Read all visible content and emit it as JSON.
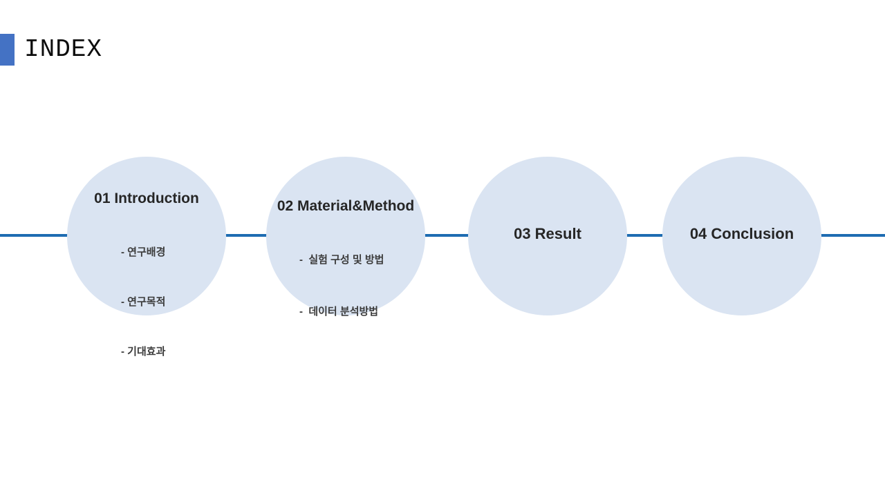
{
  "slide": {
    "title": "INDEX",
    "accent_color": "#4472C4",
    "line_color": "#1E6CB2",
    "circle_fill_color": "#DAE4F2"
  },
  "toc": {
    "items": [
      {
        "title": "01 Introduction",
        "subitems": [
          "- 연구배경",
          "- 연구목적",
          "- 기대효과"
        ]
      },
      {
        "title": "02 Material&Method",
        "subitems": [
          "-  실험 구성 및 방법",
          "-  데이터 분석방법"
        ]
      },
      {
        "title": "03 Result",
        "subitems": []
      },
      {
        "title": "04 Conclusion",
        "subitems": []
      }
    ]
  }
}
